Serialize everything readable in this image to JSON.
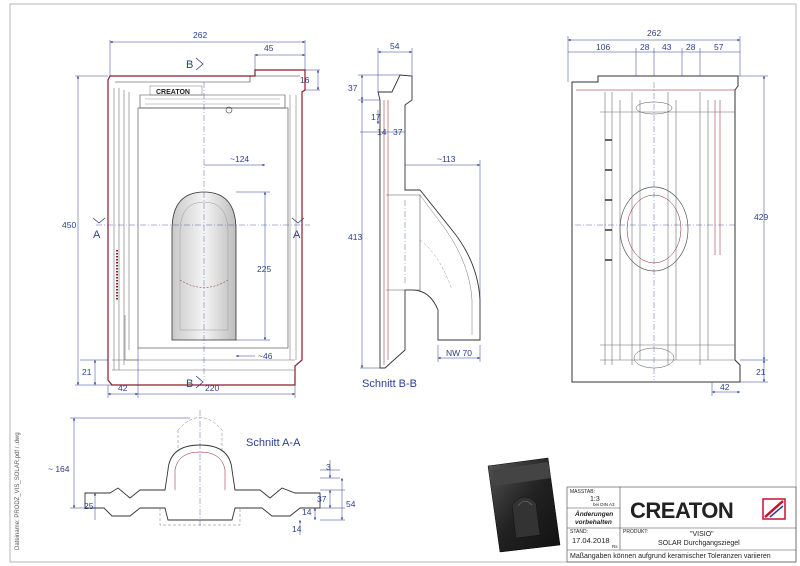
{
  "front": {
    "w_262": "262",
    "w_45": "45",
    "h_16": "16",
    "h_450": "450",
    "d_124": "~124",
    "d_225": "225",
    "d_46": "~46",
    "h_21": "21",
    "w_42": "42",
    "w_220": "220",
    "sec_b_top": "B",
    "sec_b_bot": "B",
    "sec_a_left": "A",
    "sec_a_right": "A",
    "brand_mark": "CREATON"
  },
  "section_bb": {
    "w_54": "54",
    "h_37": "37",
    "h_17": "17",
    "w_14": "14",
    "w_37": "37",
    "d_113": "~113",
    "h_413": "413",
    "nw_70": "NW 70",
    "title": "Schnitt B-B"
  },
  "back": {
    "w_262": "262",
    "w_106": "106",
    "w_28a": "28",
    "w_43": "43",
    "w_28b": "28",
    "w_57": "57",
    "h_429": "429",
    "h_21": "21",
    "w_42": "42"
  },
  "section_aa": {
    "title": "Schnitt A-A",
    "h_164": "~ 164",
    "h_3": "3",
    "h_37": "37",
    "h_54": "54",
    "h_25": "25",
    "h_14a": "14",
    "h_14b": "14"
  },
  "titleblock": {
    "massstab_label": "MASSTAB:",
    "massstab_value": "1:3",
    "massstab_note": "bei DIN A3",
    "aend_label1": "Änderungen",
    "aend_label2": "vorbehalten",
    "stand_label": "STAND:",
    "stand_value": "17.04.2018",
    "rs": "Rs",
    "produkt_label": "PRODUKT:",
    "produkt_name": "\"VISIO\"",
    "produkt_desc": "SOLAR Durchgangsziegel",
    "logo": "CREATON",
    "note": "Maßangaben können aufgrund keramischer Toleranzen variieren"
  },
  "side_text": "Dateiname: PRODZ_VIS_SOLAR.pdf / .dwg",
  "colors": {
    "dim": "#2b3f8f",
    "outline": "#8a1c2a",
    "logo_red": "#c8102e"
  }
}
